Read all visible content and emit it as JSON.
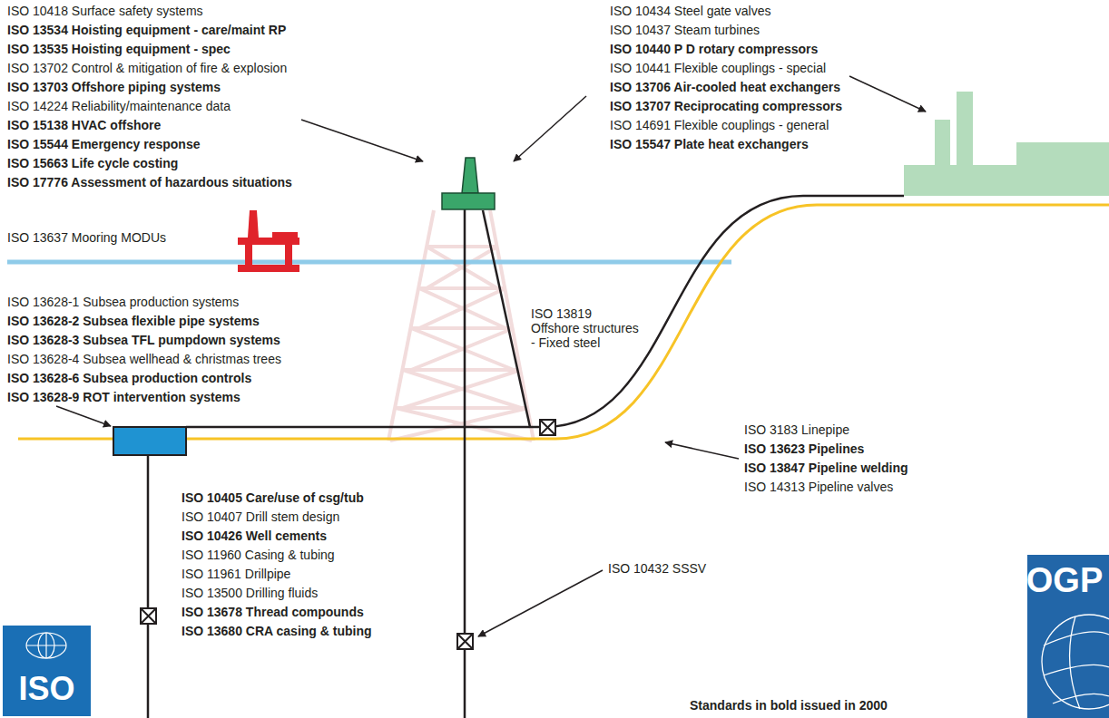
{
  "diagram": {
    "labels": [
      "ISO 10418 Surface safety systems",
      "ISO 13534 Hoisting equipment - care/maint RP",
      "ISO 13535 Hoisting equipment - spec",
      "ISO 13702 Control & mitigation of fire & explosion",
      "ISO 13703 Offshore piping systems",
      "ISO 14224 Reliability/maintenance data",
      "ISO 15138 HVAC offshore",
      "ISO 15544 Emergency response",
      "ISO 15663 Life cycle costing",
      "ISO 17776 Assessment of hazardous situations",
      "ISO 10434 Steel gate valves",
      "ISO 10437 Steam turbines",
      "ISO 10440 P D rotary compressors",
      "ISO 10441 Flexible couplings - special",
      "ISO 13706 Air-cooled heat exchangers",
      "ISO 13707 Reciprocating compressors",
      "ISO 14691 Flexible couplings - general",
      "ISO 15547 Plate heat exchangers",
      "ISO 13637 Mooring MODUs",
      "ISO 13628-1 Subsea production systems",
      "ISO 13628-2 Subsea flexible pipe systems",
      "ISO 13628-3 Subsea TFL pumpdown systems",
      "ISO 13628-4 Subsea wellhead & christmas trees",
      "ISO 13628-6 Subsea production controls",
      "ISO 13628-9 ROT intervention systems",
      "ISO 13819 Offshore structures - Fixed steel",
      "ISO 3183 Linepipe",
      "ISO 13623 Pipelines",
      "ISO 13847 Pipeline welding",
      "ISO 14313 Pipeline valves",
      "ISO 10405 Care/use of csg/tub",
      "ISO 10407 Drill stem design",
      "ISO 10426 Well cements",
      "ISO 11960 Casing & tubing",
      "ISO 11961 Drillpipe",
      "ISO 13500 Drilling fluids",
      "ISO 13678 Thread compounds",
      "ISO 13680 CRA casing & tubing",
      "ISO 10432 SSSV",
      "Standards in bold issued in 2000",
      "ISO",
      "OGP"
    ]
  }
}
